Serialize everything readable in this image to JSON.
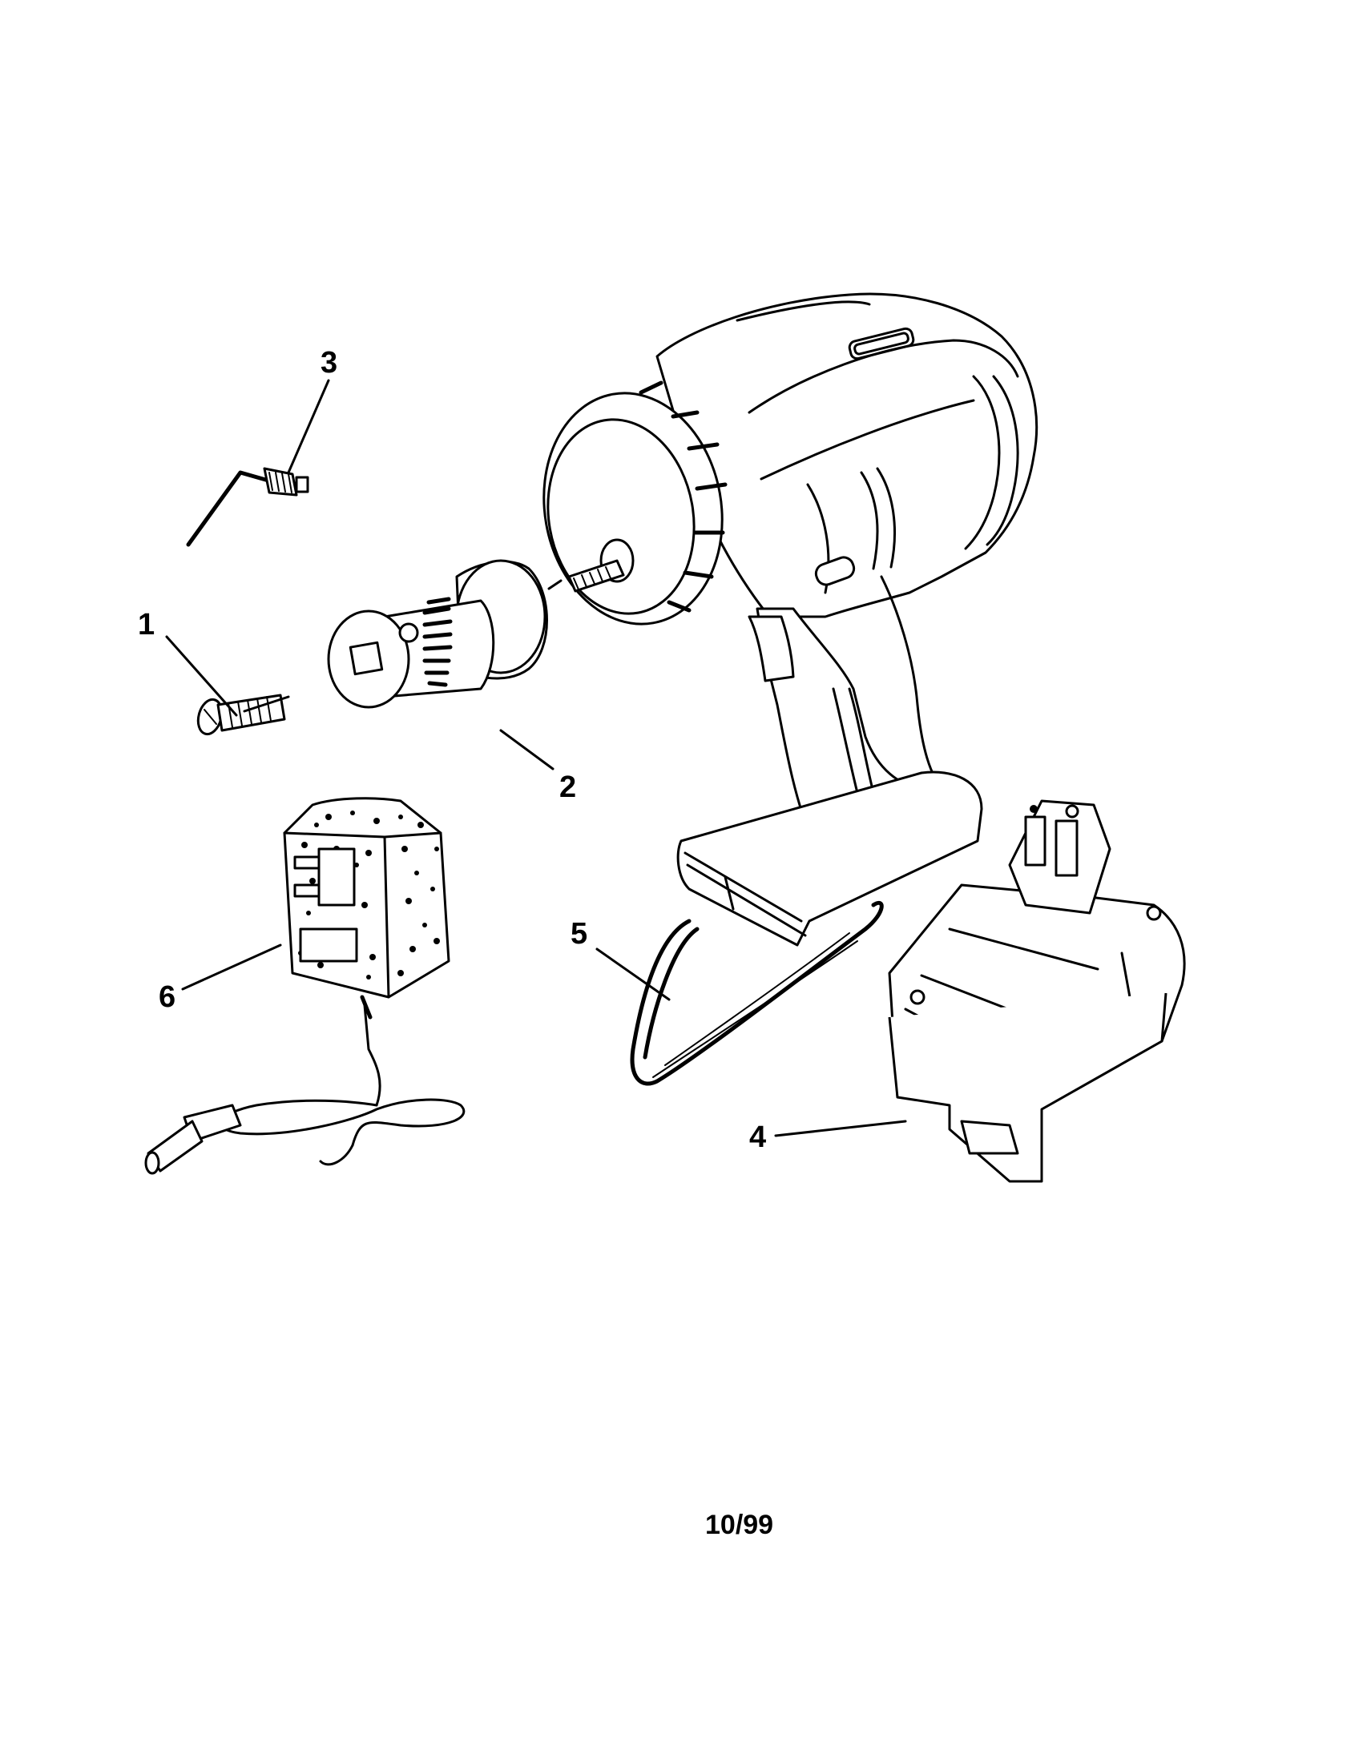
{
  "diagram": {
    "parts": [
      {
        "number": "1",
        "icon": "screw-icon"
      },
      {
        "number": "2",
        "icon": "chuck-icon"
      },
      {
        "number": "3",
        "icon": "chuck-key-icon"
      },
      {
        "number": "4",
        "icon": "battery-pack-icon"
      },
      {
        "number": "5",
        "icon": "wrist-strap-icon"
      },
      {
        "number": "6",
        "icon": "charger-icon"
      }
    ],
    "main_tool_icon": "cordless-drill-icon",
    "footer_date": "10/99"
  }
}
